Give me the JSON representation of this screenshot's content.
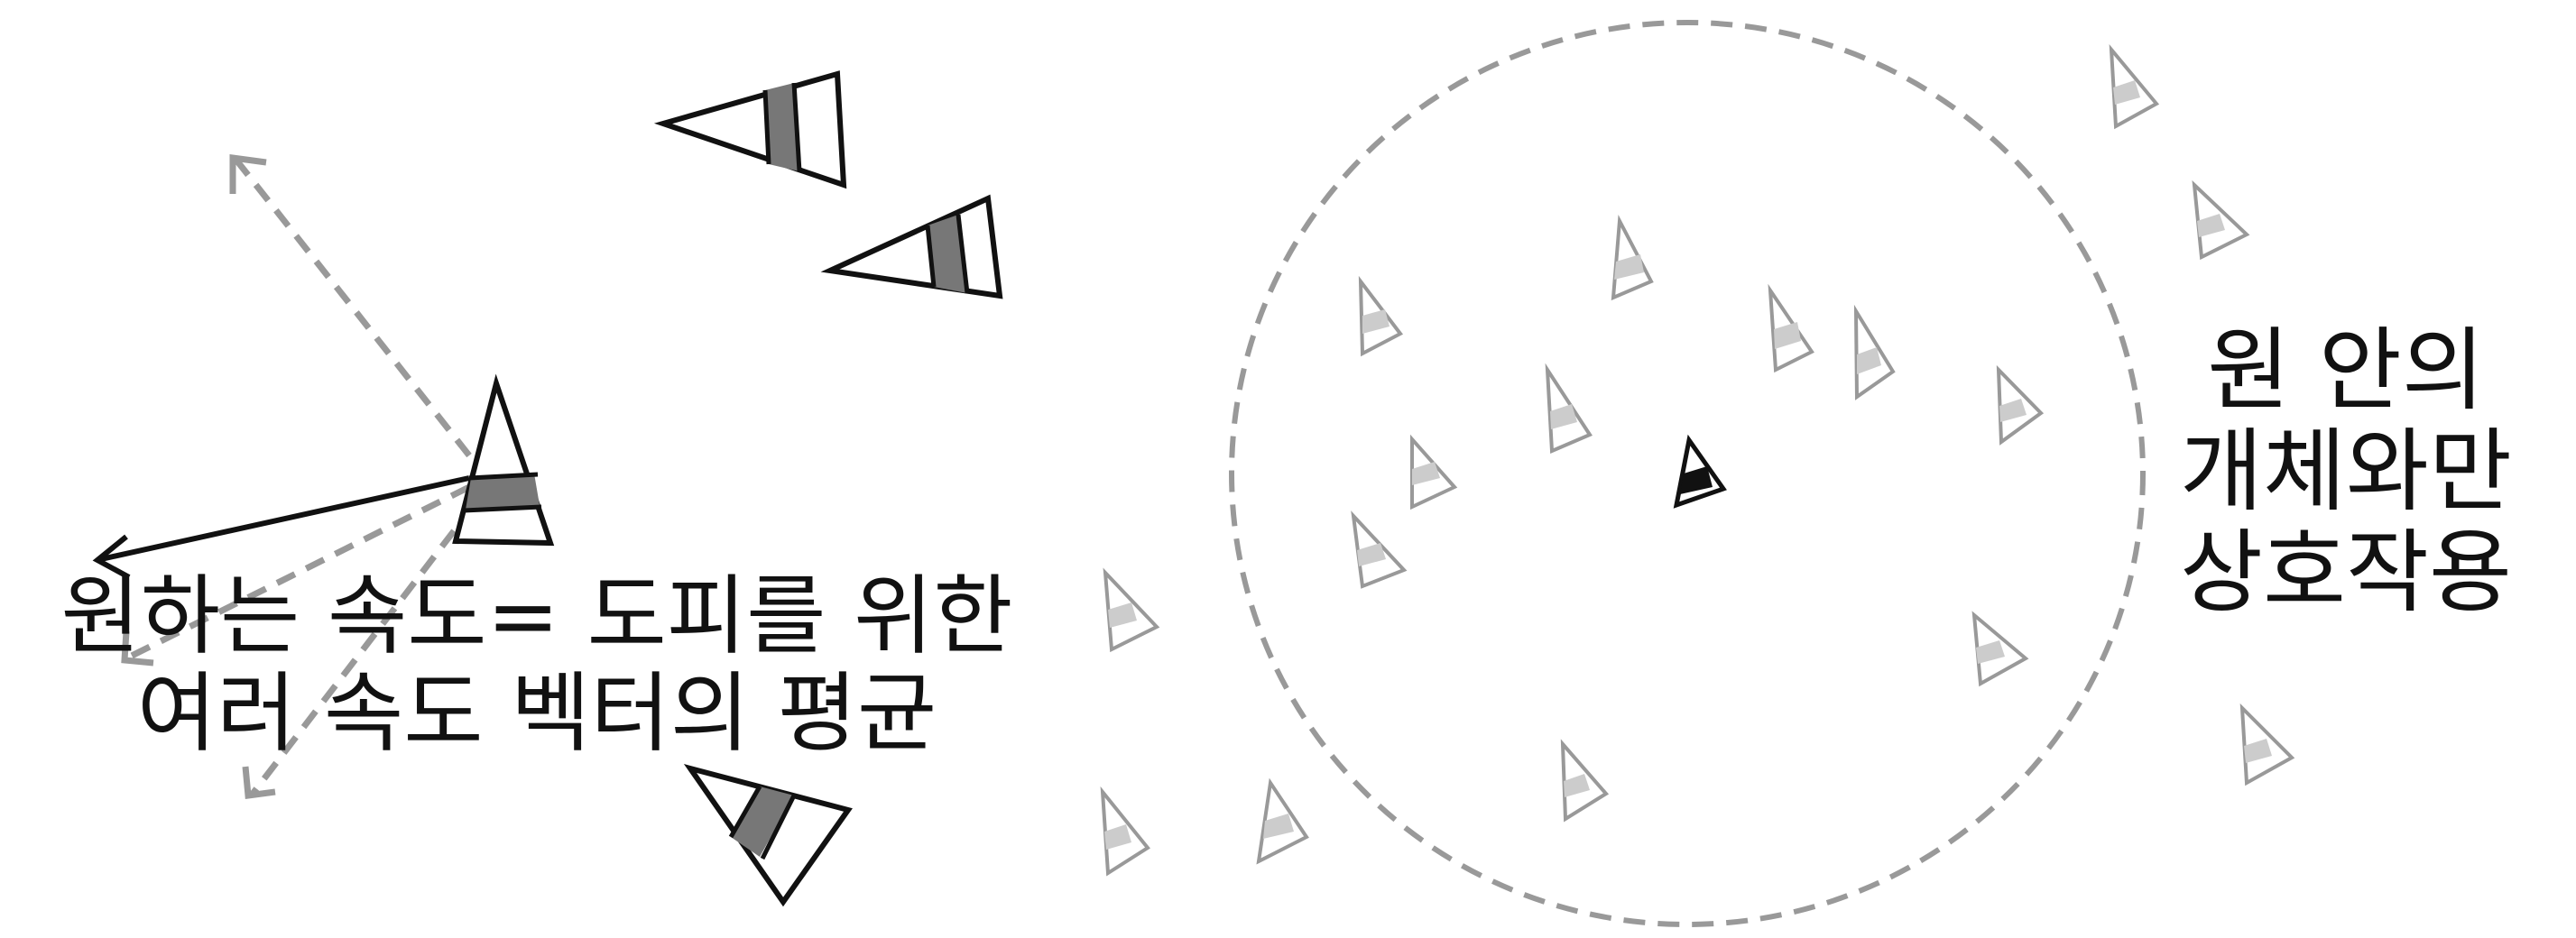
{
  "captions": {
    "left": {
      "line1": "원하는 속도= 도피를 위한",
      "line2": "여러 속도 벡터의 평균"
    },
    "right": {
      "line1": "원 안의",
      "line2": "개체와만",
      "line3": "상호작용"
    }
  },
  "colors": {
    "ink": "#111111",
    "gray_ink": "#999999",
    "band_dark": "#777777",
    "band_light": "#bbbbbb"
  },
  "icons": [
    "boid-triangle-icon",
    "dashed-circle",
    "velocity-arrow"
  ]
}
